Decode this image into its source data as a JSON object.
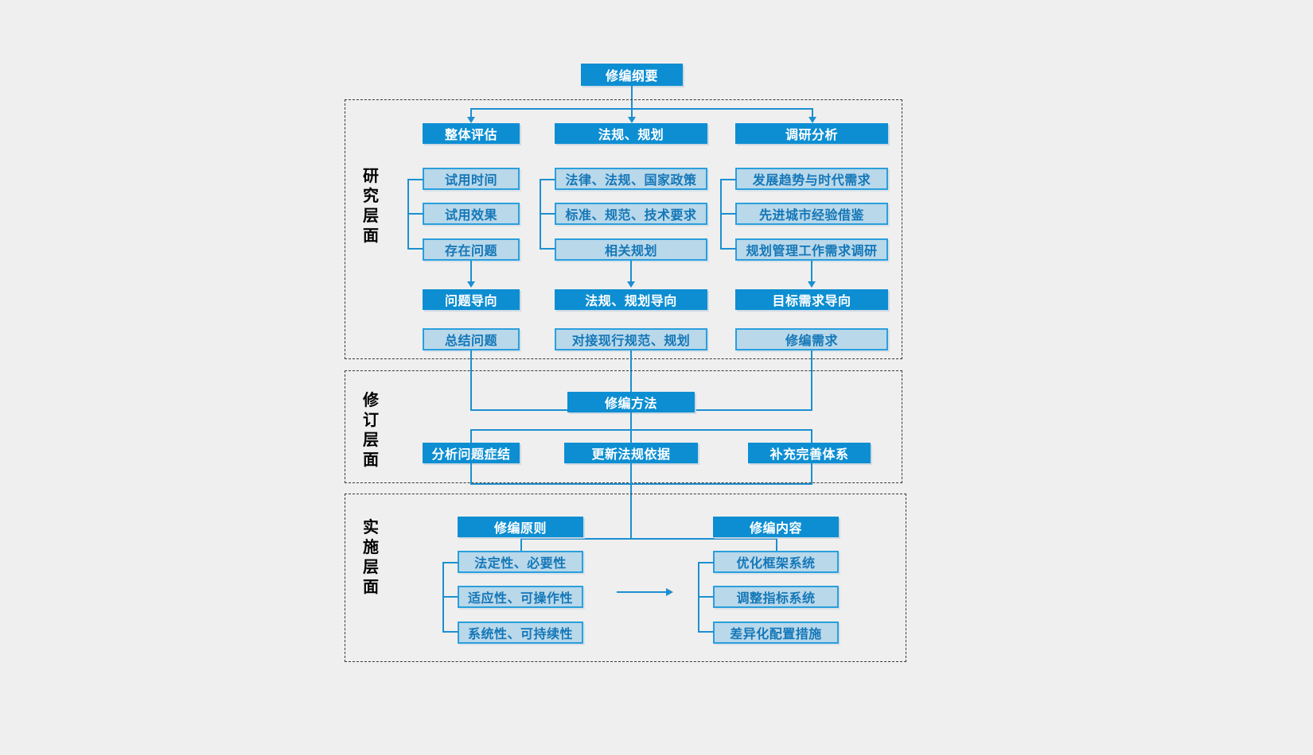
{
  "diagram": {
    "title": "修编纲要",
    "background_color": "#efefef",
    "accent_dark": "#0d8ed2",
    "accent_light": "#b9d8ea",
    "accent_border": "#2a9fdc",
    "text_light_box": "#1477b8"
  },
  "root": {
    "label": "修编纲要"
  },
  "layers": [
    {
      "id": "research",
      "label": "研究层面"
    },
    {
      "id": "revision",
      "label": "修订层面"
    },
    {
      "id": "implementation",
      "label": "实施层面"
    }
  ],
  "research": {
    "columns": [
      {
        "header": "整体评估",
        "items": [
          "试用时间",
          "试用效果",
          "存在问题"
        ],
        "orientation": "问题导向",
        "outcome": "总结问题"
      },
      {
        "header": "法规、规划",
        "items": [
          "法律、法规、国家政策",
          "标准、规范、技术要求",
          "相关规划"
        ],
        "orientation": "法规、规划导向",
        "outcome": "对接现行规范、规划"
      },
      {
        "header": "调研分析",
        "items": [
          "发展趋势与时代需求",
          "先进城市经验借鉴",
          "规划管理工作需求调研"
        ],
        "orientation": "目标需求导向",
        "outcome": "修编需求"
      }
    ]
  },
  "revision": {
    "header": "修编方法",
    "items": [
      "分析问题症结",
      "更新法规依据",
      "补充完善体系"
    ]
  },
  "implementation": {
    "groups": [
      {
        "header": "修编原则",
        "items": [
          "法定性、必要性",
          "适应性、可操作性",
          "系统性、可持续性"
        ]
      },
      {
        "header": "修编内容",
        "items": [
          "优化框架系统",
          "调整指标系统",
          "差异化配置措施"
        ]
      }
    ],
    "link_arrow": "→"
  }
}
